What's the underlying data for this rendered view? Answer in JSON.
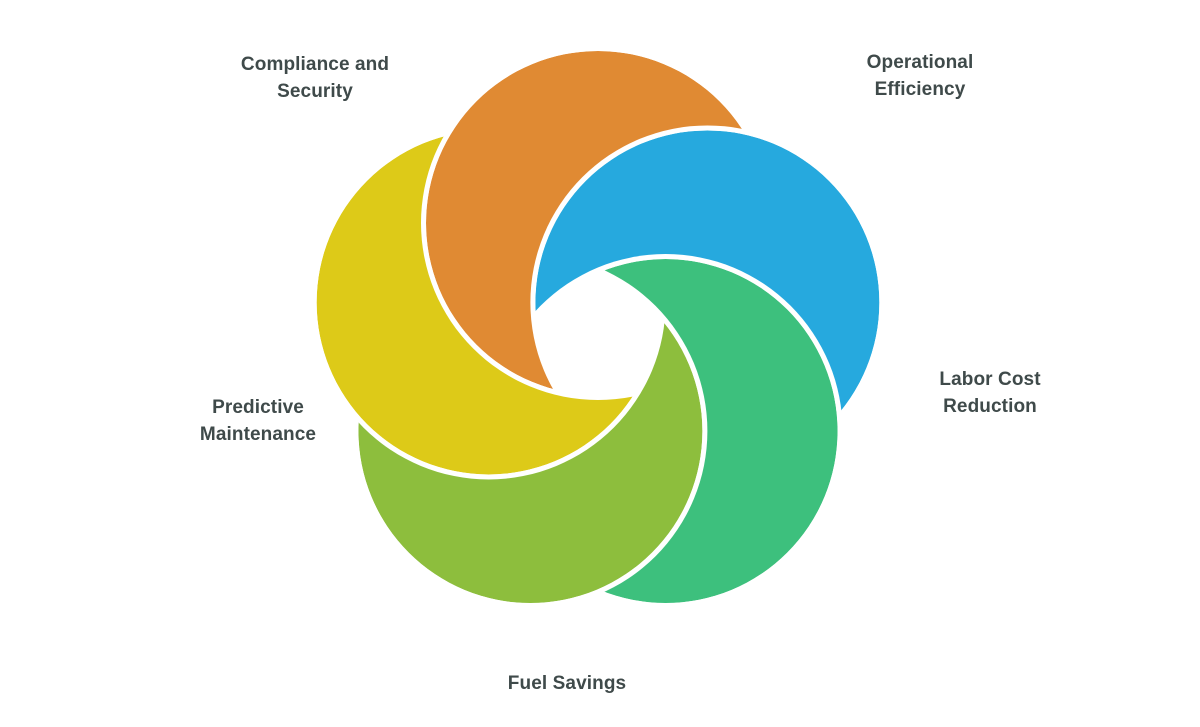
{
  "diagram": {
    "type": "pinwheel-petal-cycle",
    "title": "",
    "background_color": "#ffffff",
    "label_color": "#3f4a4a",
    "petal_separator_color": "#ffffff",
    "center_hole_color": "#ffffff",
    "petal_count": 5,
    "petals": [
      {
        "id": "compliance-and-security",
        "label": "Compliance and\nSecurity",
        "color": "#e08a33",
        "position": "top-left",
        "angle_deg": 270
      },
      {
        "id": "operational-efficiency",
        "label": "Operational\nEfficiency",
        "color": "#26a9de",
        "position": "top-right",
        "angle_deg": 342
      },
      {
        "id": "labor-cost-reduction",
        "label": "Labor Cost\nReduction",
        "color": "#3dc07d",
        "position": "right",
        "angle_deg": 54
      },
      {
        "id": "fuel-savings",
        "label": "Fuel Savings",
        "color": "#8dbe3d",
        "position": "bottom",
        "angle_deg": 126
      },
      {
        "id": "predictive-maintenance",
        "label": "Predictive\nMaintenance",
        "color": "#ddca18",
        "position": "left",
        "angle_deg": 198
      }
    ]
  },
  "chart_data": {
    "type": "pie",
    "title": "",
    "categories": [
      "Compliance and Security",
      "Operational Efficiency",
      "Labor Cost Reduction",
      "Fuel Savings",
      "Predictive Maintenance"
    ],
    "values": [
      20,
      20,
      20,
      20,
      20
    ],
    "colors": [
      "#e08a33",
      "#26a9de",
      "#3dc07d",
      "#8dbe3d",
      "#ddca18"
    ],
    "legend": "none",
    "xlabel": "",
    "ylabel": ""
  }
}
